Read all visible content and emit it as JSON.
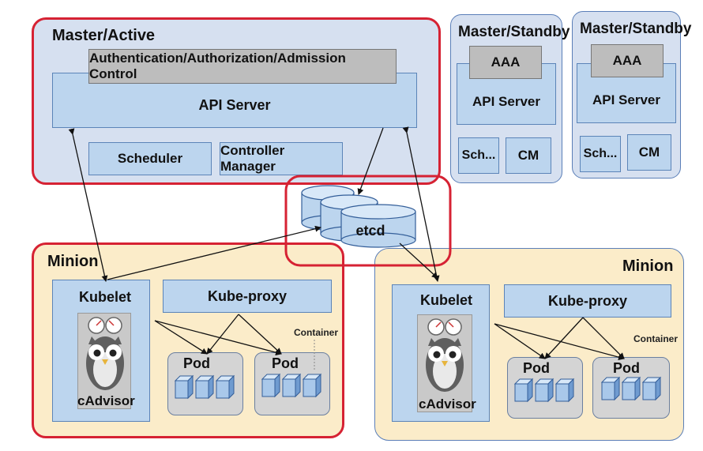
{
  "master_active": {
    "title": "Master/Active",
    "aaa": "Authentication/Authorization/Admission Control",
    "api_server": "API Server",
    "scheduler": "Scheduler",
    "controller_manager": "Controller Manager"
  },
  "standby_1": {
    "title": "Master/Standby",
    "aaa": "AAA",
    "api_server": "API Server",
    "sch": "Sch...",
    "cm": "CM"
  },
  "standby_2": {
    "title": "Master/Standby",
    "aaa": "AAA",
    "api_server": "API Server",
    "sch": "Sch...",
    "cm": "CM"
  },
  "etcd": {
    "label": "etcd"
  },
  "minion_left": {
    "title": "Minion",
    "kubelet": "Kubelet",
    "kube_proxy": "Kube-proxy",
    "cadvisor": "cAdvisor",
    "container": "Container",
    "pod1": "Pod",
    "pod2": "Pod"
  },
  "minion_right": {
    "title": "Minion",
    "kubelet": "Kubelet",
    "kube_proxy": "Kube-proxy",
    "cadvisor": "cAdvisor",
    "container": "Container",
    "pod1": "Pod",
    "pod2": "Pod"
  },
  "colors": {
    "highlight": "#d62233",
    "master_bg": "#d6e0f0",
    "minion_bg": "#fbecc9",
    "box_blue": "#bcd5ee",
    "box_gray": "#bdbdbd"
  }
}
